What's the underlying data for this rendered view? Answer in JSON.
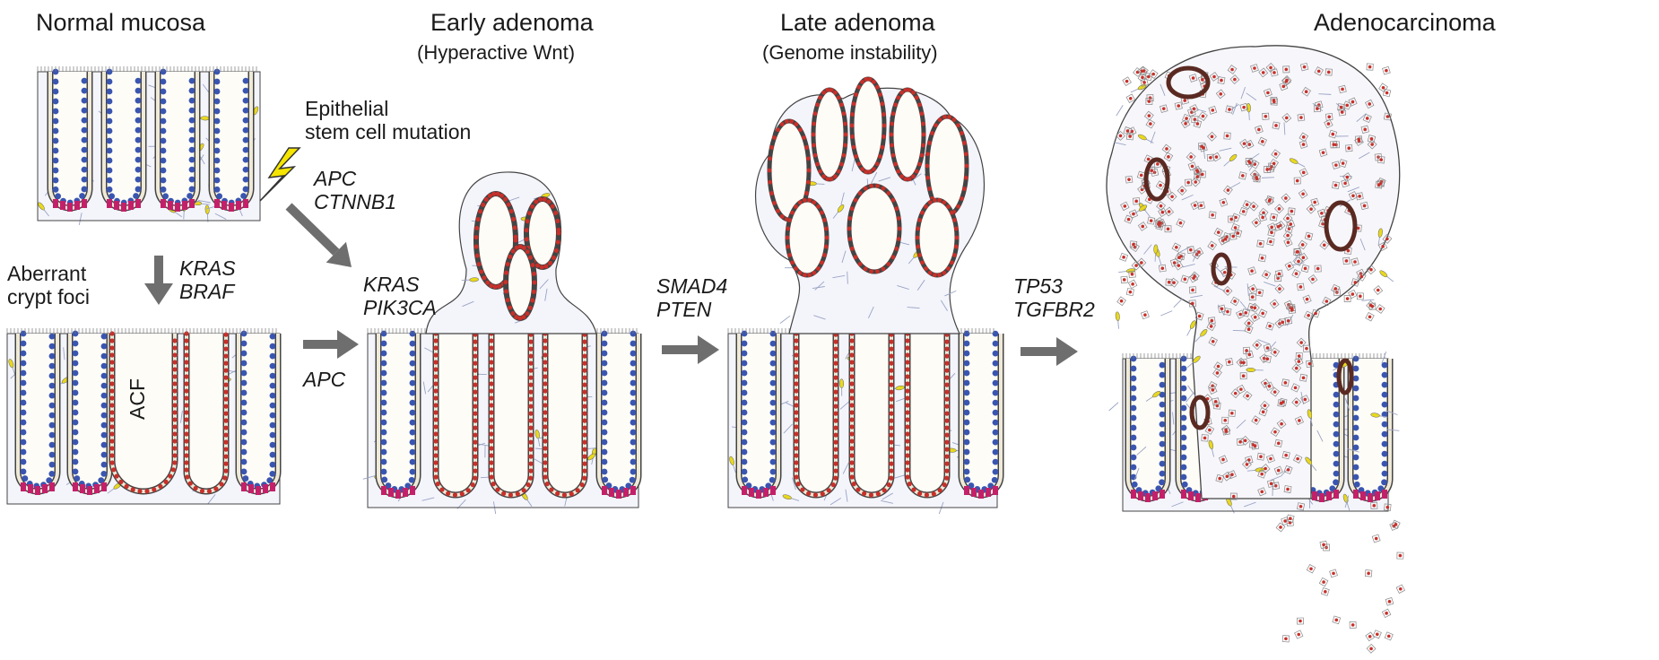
{
  "stages": [
    {
      "title": "Normal mucosa"
    },
    {
      "title": "Early adenoma",
      "subtitle": "(Hyperactive Wnt)"
    },
    {
      "title": "Late adenoma",
      "subtitle": "(Genome instability)"
    },
    {
      "title": "Adenocarcinoma"
    }
  ],
  "annotations": {
    "stem_mutation": [
      "Epithelial",
      "stem cell mutation"
    ],
    "aberrant_crypt": [
      "Aberrant",
      "crypt foci"
    ],
    "acf": "ACF"
  },
  "genes": {
    "normal_to_early": [
      "APC",
      "CTNNB1"
    ],
    "normal_to_acf": [
      "KRAS",
      "BRAF"
    ],
    "acf_to_early_top": [
      "KRAS",
      "PIK3CA"
    ],
    "acf_to_early_bottom": "APC",
    "early_to_late": [
      "SMAD4",
      "PTEN"
    ],
    "late_to_carcinoma": [
      "TP53",
      "TGFBR2"
    ]
  },
  "colors": {
    "nucleus_basal": "#3a55b0",
    "nucleus_adenoma": "#c8302a",
    "stem_niche": "#c4206a",
    "stroma_cell": "#e8d81e",
    "arrow": "#6e6e6e",
    "outline": "#444444",
    "lightning": "#f5e500"
  }
}
